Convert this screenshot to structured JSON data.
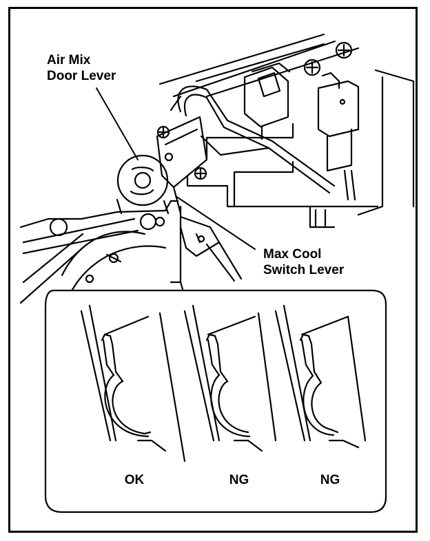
{
  "labels": {
    "air_mix_door_lever": [
      "Air Mix",
      "Door Lever"
    ],
    "max_cool_switch_lever": [
      "Max Cool",
      "Switch Lever"
    ]
  },
  "detail_states": [
    "OK",
    "NG",
    "NG"
  ]
}
